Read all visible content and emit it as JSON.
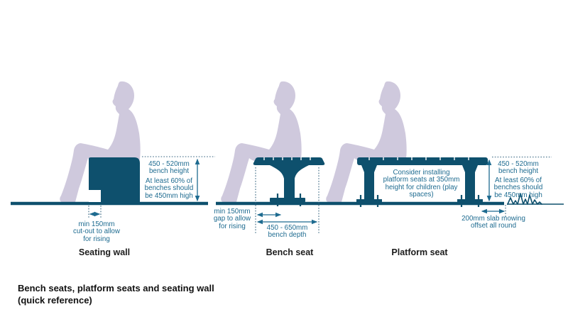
{
  "title": "Bench seating quick reference diagram",
  "caption": {
    "text": "Bench seats, platform seats and seating wall\n(quick reference)"
  },
  "colors": {
    "furniture_dark_teal": "#0e506d",
    "annotation_blue": "#1e6b90",
    "person_silhouette": "#cfc9dd",
    "label_text": "#1c1c1c",
    "background": "#ffffff"
  },
  "icons": {
    "grass": "grass-tuft-icon",
    "dimension_arrows": "double-headed-arrow-icon"
  },
  "figures": {
    "seating_wall": {
      "label": "Seating wall",
      "height_note": "450 - 520mm\nbench height",
      "pct_note": "At least 60% of\nbenches should\nbe 450mm high",
      "cutout_note": "min 150mm\ncut-out to allow\nfor rising"
    },
    "bench_seat": {
      "label": "Bench seat",
      "gap_note": "min 150mm\ngap to allow\nfor rising",
      "depth_note": "450 - 650mm\nbench depth"
    },
    "platform_seat": {
      "label": "Platform seat",
      "inner_note": "Consider installing\nplatform seats at 350mm\nheight for children (play\nspaces)",
      "height_note": "450 - 520mm\nbench height",
      "pct_note": "At least 60% of\nbenches should\nbe 450mm high",
      "offset_note": "200mm slab mowing\noffset all round"
    }
  }
}
